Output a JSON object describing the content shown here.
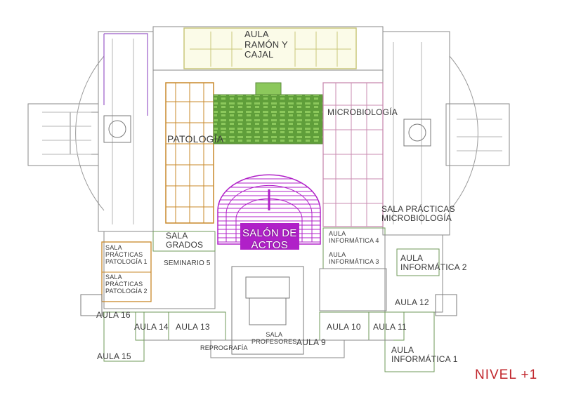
{
  "map": {
    "level_label": "NIVEL +1",
    "colors": {
      "walls": "#8a8a8a",
      "pathology": "#c8892a",
      "microbiology": "#c98bb0",
      "ramon_cajal": "#c9c77a",
      "auditorium": "#b020c8",
      "green_courtyard": "#7ab84a",
      "aulas": "#6f9a5a",
      "purple_wing": "#9a5ac8",
      "level_text": "#c1272d"
    },
    "rooms": {
      "aula_ramon_cajal": "AULA\nRAMÓN Y\nCAJAL",
      "patologia": "PATOLOGÍA",
      "microbiologia": "MICROBIOLOGÍA",
      "sala_practicas_microbiologia": "SALA PRÁCTICAS\nMICROBIOLOGÍA",
      "sala_grados": "SALA\nGRADOS",
      "salon_de_actos": "SALÓN DE\nACTOS",
      "aula_informatica_4": "AULA\nINFORMÁTICA 4",
      "aula_informatica_3": "AULA\nINFORMÁTICA 3",
      "aula_informatica_2": "AULA\nINFORMÁTICA 2",
      "sala_practicas_patologia_1": "SALA\nPRÁCTICAS\nPATOLOGÍA 1",
      "sala_practicas_patologia_2": "SALA\nPRÁCTICAS\nPATOLOGÍA 2",
      "seminario_5": "SEMINARIO 5",
      "aula_12": "AULA 12",
      "aula_16": "AULA 16",
      "aula_14": "AULA 14",
      "aula_13": "AULA 13",
      "aula_10": "AULA 10",
      "aula_11": "AULA 11",
      "sala_profesores": "SALA\nPROFESORES",
      "reprografia": "REPROGRAFÍA",
      "aula_9": "AULA 9",
      "aula_15": "AULA 15",
      "aula_informatica_1": "AULA\nINFORMÁTICA 1"
    }
  }
}
